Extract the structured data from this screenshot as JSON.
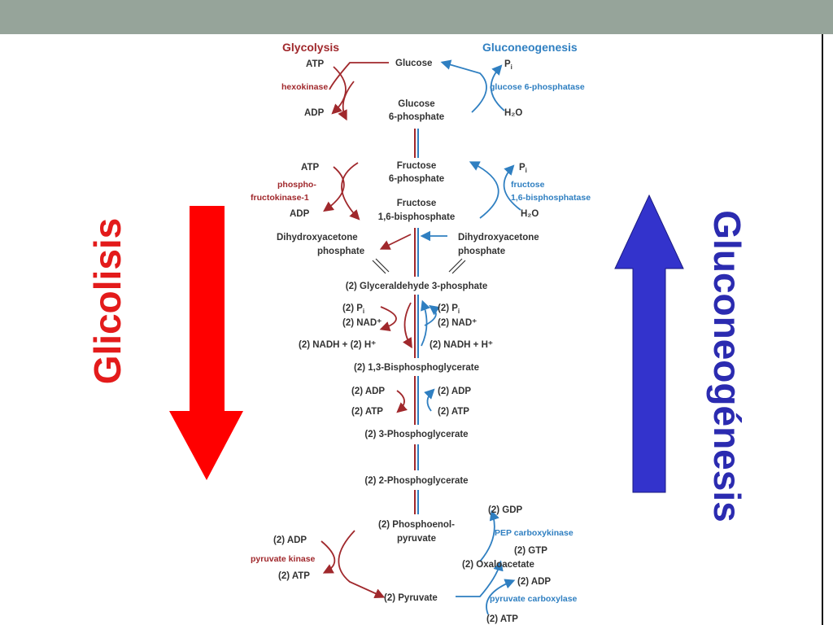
{
  "headers": {
    "glycolysis": "Glycolysis",
    "gluconeogenesis": "Gluconeogenesis"
  },
  "side_labels": {
    "left": "Glicolisis",
    "right": "Gluconeogénesis"
  },
  "colors": {
    "glycolysis": "#a0282c",
    "gluconeogenesis": "#2f7fc1",
    "left_arrow": "#ff0000",
    "right_arrow": "#3333cc",
    "top_bar": "#96a49a"
  },
  "metabolites": {
    "glucose": "Glucose",
    "g6p_1": "Glucose",
    "g6p_2": "6-phosphate",
    "f6p_1": "Fructose",
    "f6p_2": "6-phosphate",
    "f16bp_1": "Fructose",
    "f16bp_2": "1,6-bisphosphate",
    "dhap_l1": "Dihydroxyacetone",
    "dhap_l2": "phosphate",
    "dhap_r1": "Dihydroxyacetone",
    "dhap_r2": "phosphate",
    "gap": "(2) Glyceraldehyde 3-phosphate",
    "bpg": "(2) 1,3-Bisphosphoglycerate",
    "pg3": "(2) 3-Phosphoglycerate",
    "pg2": "(2) 2-Phosphoglycerate",
    "pep_1": "(2) Phosphoenol-",
    "pep_2": "pyruvate",
    "oaa": "(2) Oxaloacetate",
    "pyr": "(2) Pyruvate"
  },
  "cofactors": {
    "atp1": "ATP",
    "adp1": "ADP",
    "pi1": "P",
    "h2o1": "H₂O",
    "atp2": "ATP",
    "adp2": "ADP",
    "pi2": "P",
    "h2o2": "H₂O",
    "pi_l": "(2) P",
    "nad_l": "(2) NAD⁺",
    "nadh_l": "(2) NADH + (2) H⁺",
    "pi_r": "(2) P",
    "nad_r": "(2) NAD⁺",
    "nadh_r": "(2) NADH + H⁺",
    "adp_l": "(2) ADP",
    "atp_l": "(2) ATP",
    "adp_r": "(2) ADP",
    "atp_r": "(2) ATP",
    "gdp": "(2) GDP",
    "gtp": "(2) GTP",
    "pk_adp": "(2) ADP",
    "pk_atp": "(2) ATP",
    "pc_adp": "(2) ADP",
    "pc_atp": "(2) ATP",
    "sub_i": "i"
  },
  "enzymes": {
    "hexokinase": "hexokinase",
    "g6pase": "glucose 6-phosphatase",
    "pfk1": "phospho-",
    "pfk2": "fructokinase-1",
    "fbpase1": "fructose",
    "fbpase2": "1,6-bisphosphatase",
    "pepck": "PEP carboxykinase",
    "pk": "pyruvate kinase",
    "pc": "pyruvate carboxylase"
  }
}
